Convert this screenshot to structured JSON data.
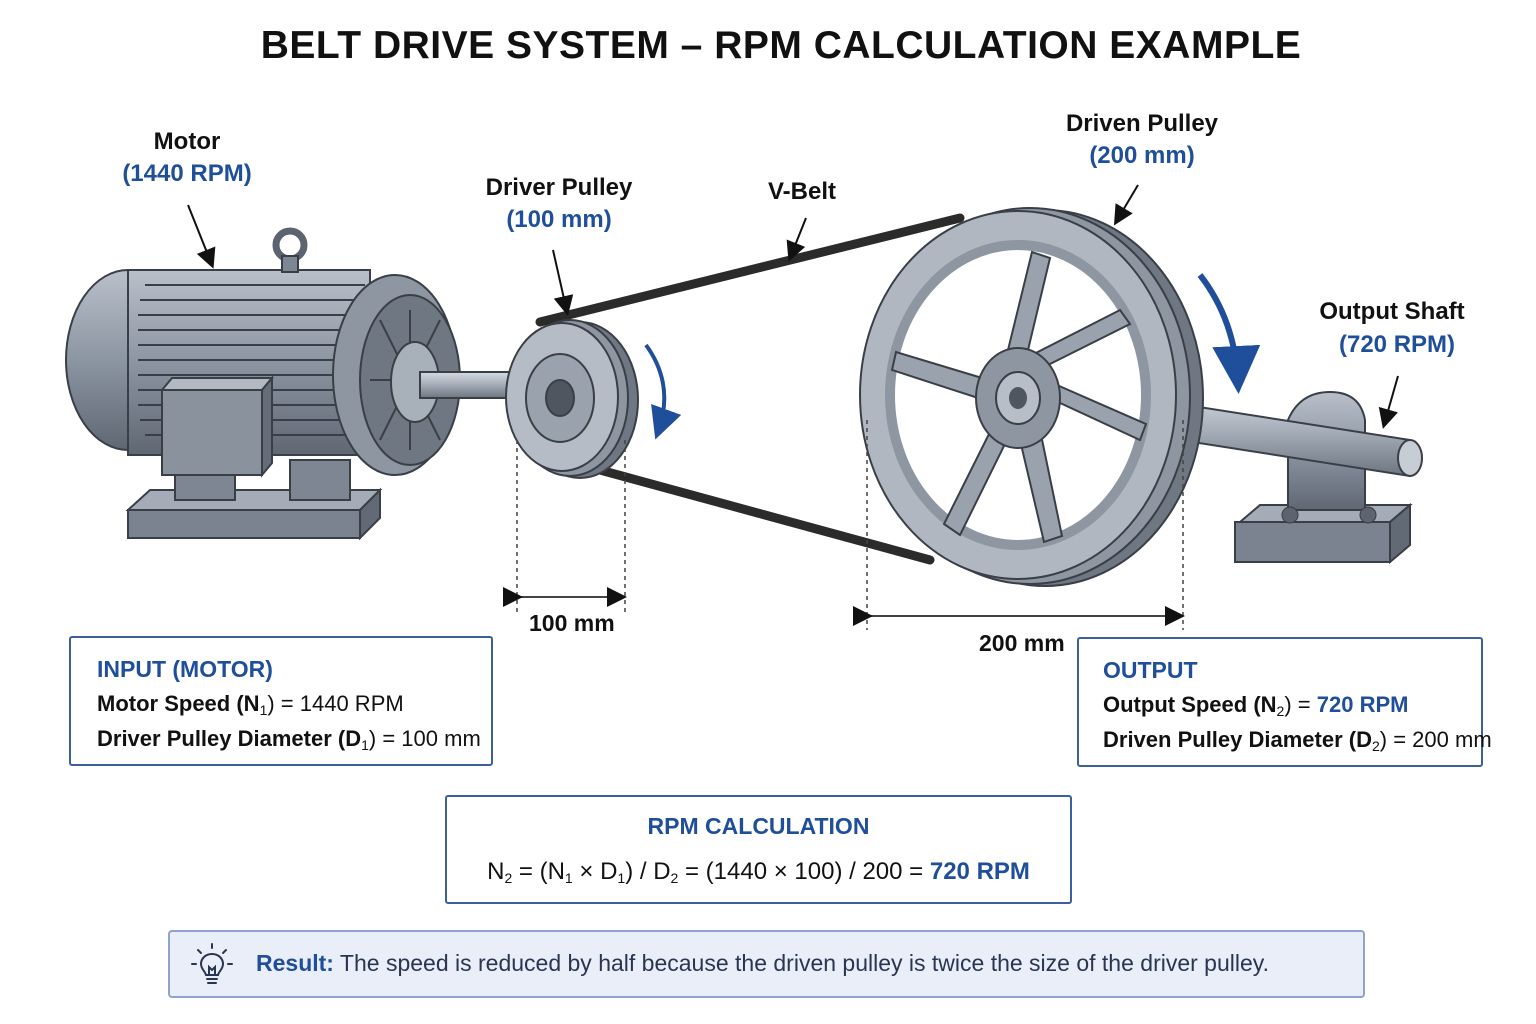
{
  "title": "BELT DRIVE SYSTEM – RPM CALCULATION EXAMPLE",
  "labels": {
    "motor": "Motor",
    "motor_value": "(1440 RPM)",
    "driver_pulley": "Driver Pulley",
    "driver_pulley_value": "(100 mm)",
    "v_belt": "V-Belt",
    "driven_pulley": "Driven Pulley",
    "driven_pulley_value": "(200 mm)",
    "output_shaft": "Output Shaft",
    "output_shaft_value": "(720 RPM)"
  },
  "dimensions": {
    "driver": "100 mm",
    "driven": "200 mm"
  },
  "input_box": {
    "heading": "INPUT (MOTOR)",
    "line1_label": "Motor Speed (N",
    "line1_sub": "1",
    "line1_rest": ") = 1440 RPM",
    "line2_label": "Driver Pulley Diameter (D",
    "line2_sub": "1",
    "line2_rest": ") = 100 mm"
  },
  "output_box": {
    "heading": "OUTPUT",
    "line1_label": "Output Speed (N",
    "line1_sub": "2",
    "line1_mid": ") = ",
    "line1_value": "720 RPM",
    "line2_label": "Driven Pulley Diameter (D",
    "line2_sub": "2",
    "line2_rest": ") = 200 mm"
  },
  "calculation": {
    "heading": "RPM CALCULATION",
    "n": "N",
    "s2": "2",
    "eq1": " = (N",
    "s1a": "1",
    "times": " × D",
    "s1b": "1",
    "div": ") / D",
    "s2b": "2",
    "eq2": " = (1440 × 100) / 200 = ",
    "result": "720 RPM"
  },
  "result": {
    "label": "Result:",
    "text": " The speed is reduced by half because the driven pulley is twice the size of the driver pulley."
  },
  "colors": {
    "accent": "#1f4f9a",
    "metal": "#8e96a2",
    "metal_dark": "#5c6470",
    "belt": "#2b2b2b"
  }
}
